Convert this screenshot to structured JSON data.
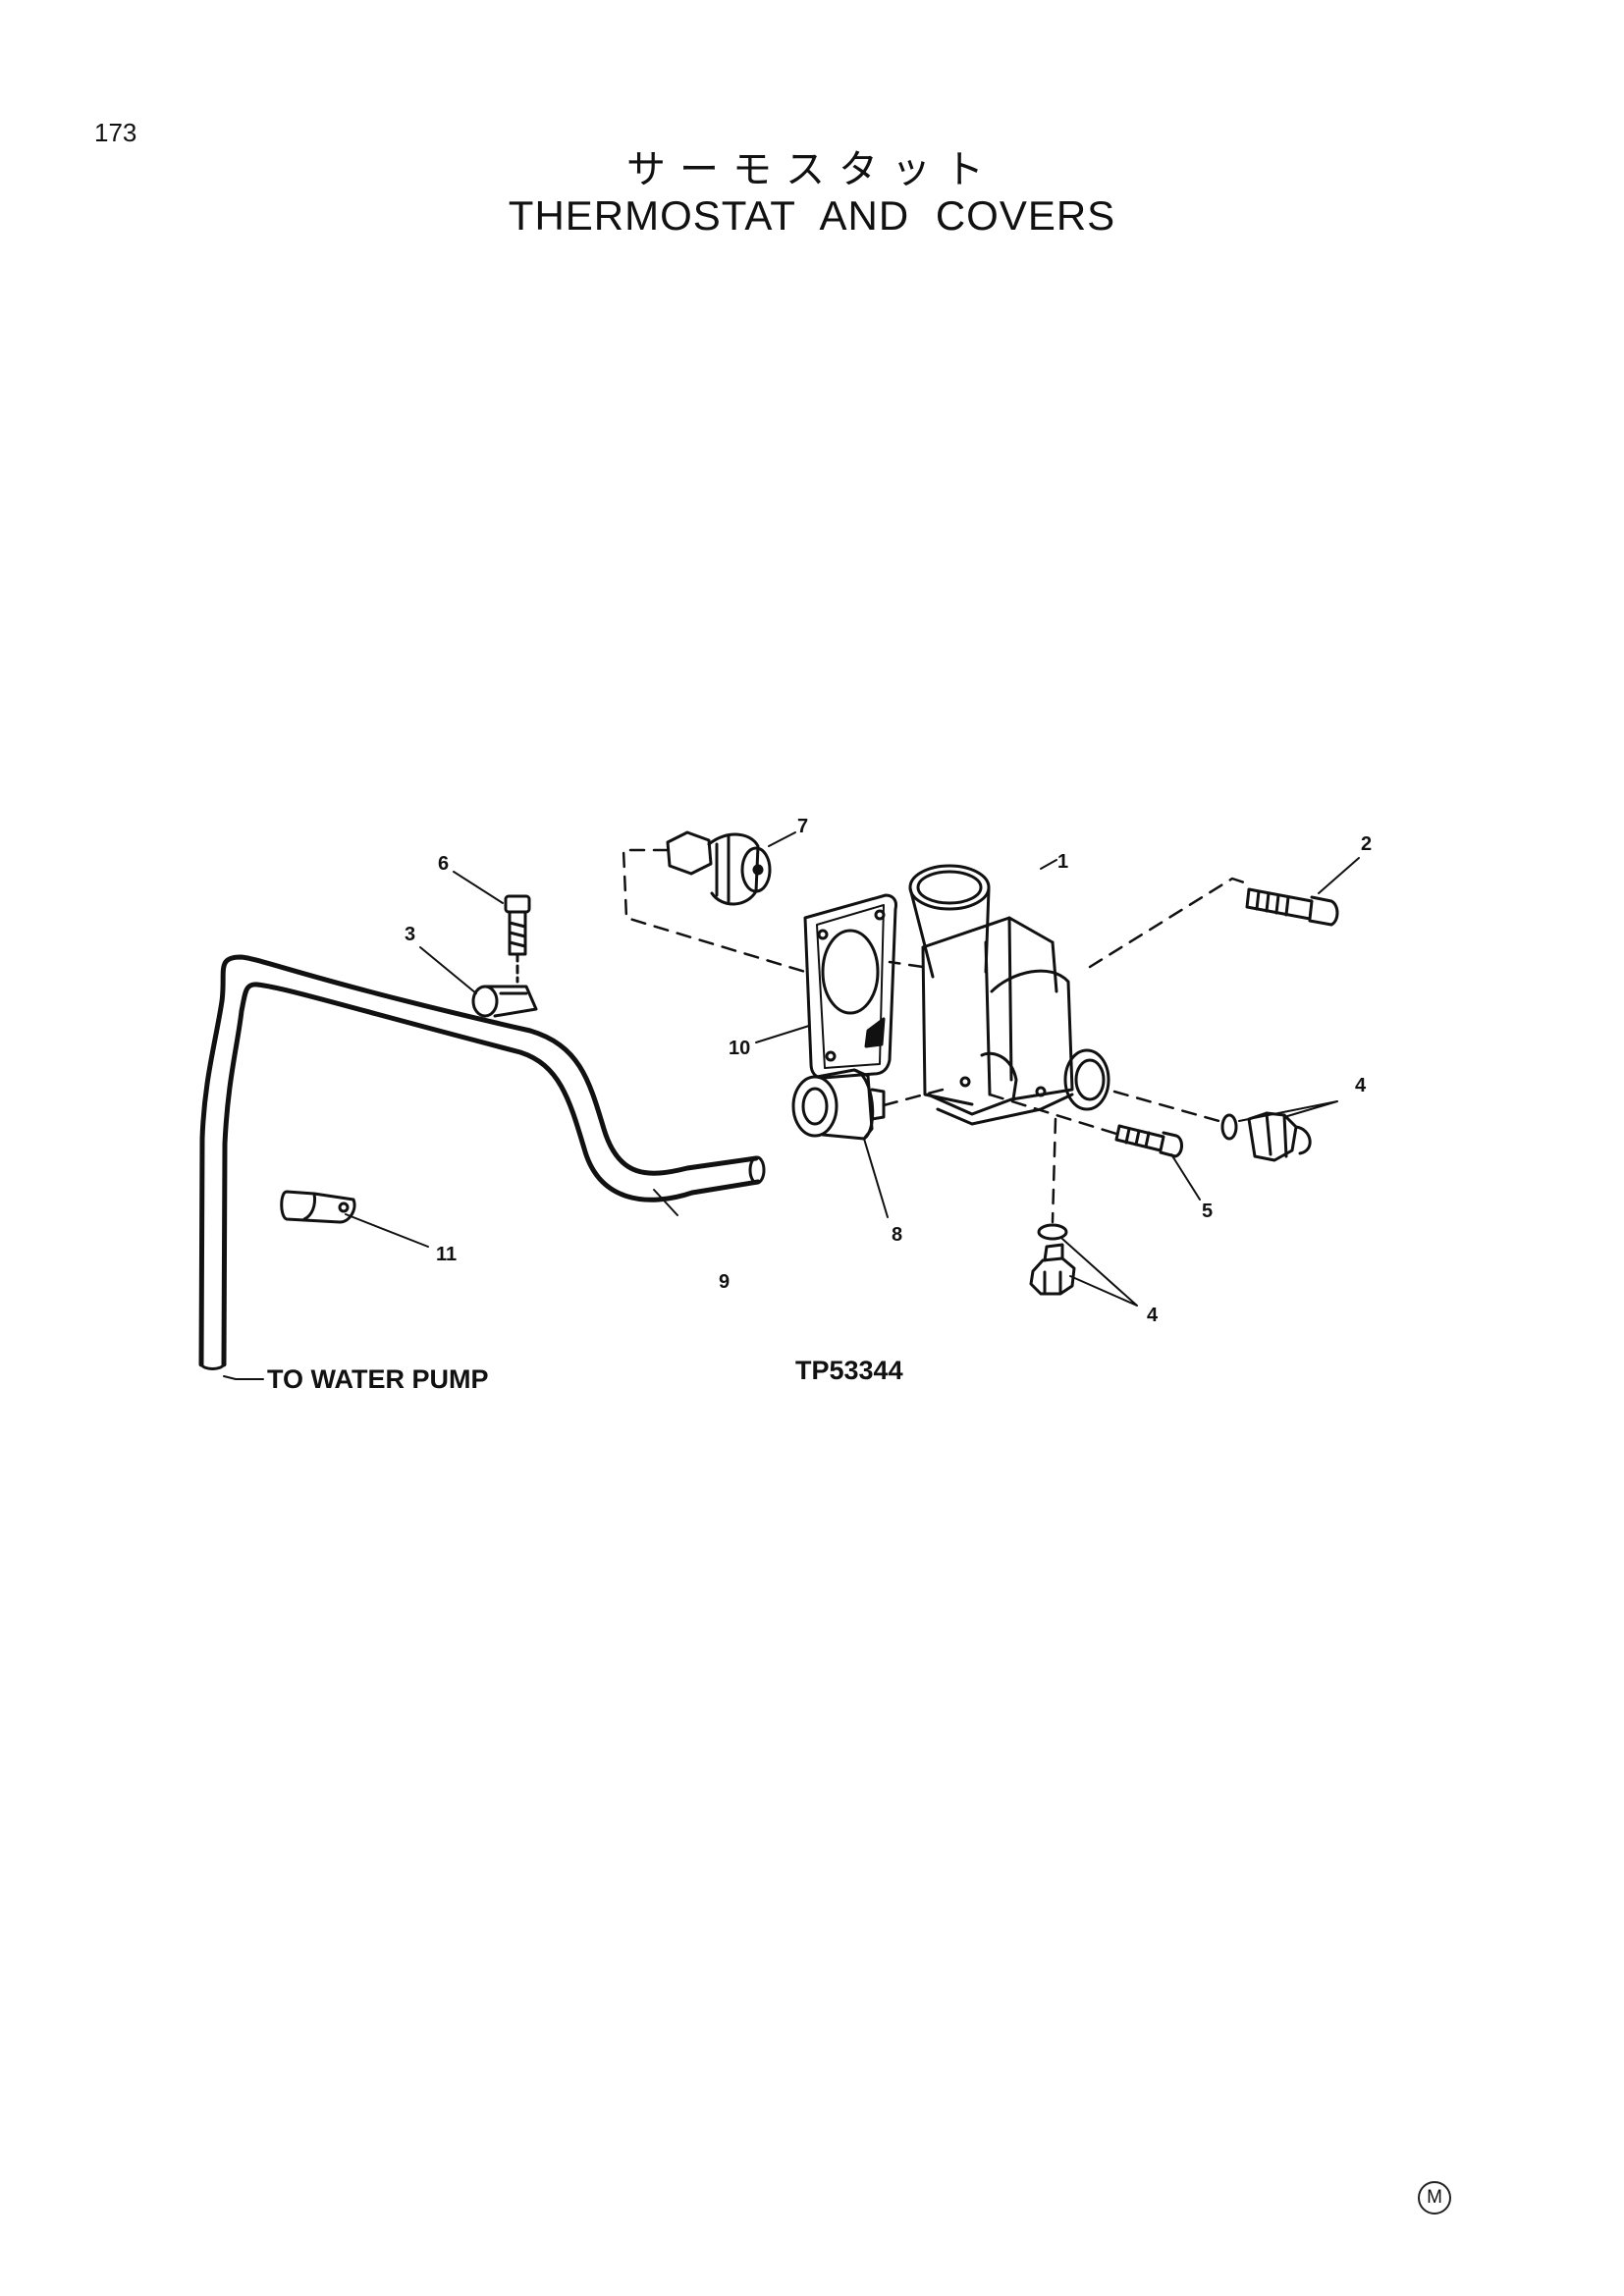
{
  "page": {
    "number": "173",
    "mark": "M"
  },
  "title": {
    "jp": "サーモスタット",
    "en": "THERMOSTAT AND COVERS"
  },
  "diagram": {
    "figure_id": "TP53344",
    "hose_label": "TO WATER PUMP",
    "callouts": [
      "1",
      "2",
      "3",
      "4",
      "4",
      "5",
      "6",
      "7",
      "8",
      "9",
      "10",
      "11"
    ]
  }
}
